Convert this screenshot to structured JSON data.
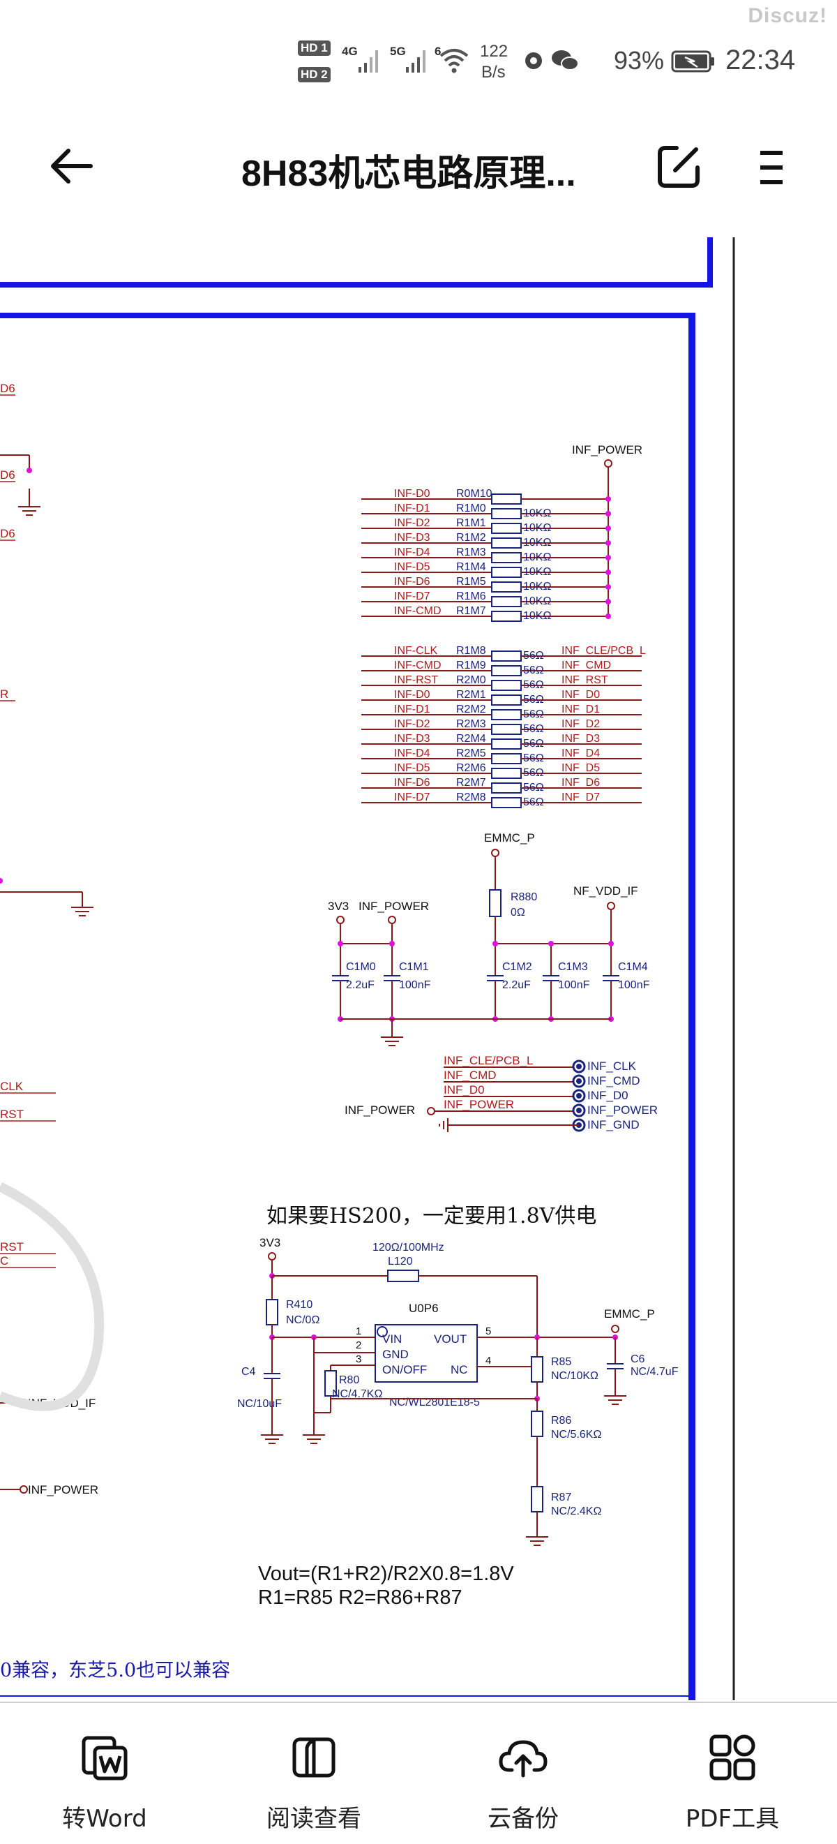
{
  "watermark": "Discuz!",
  "status_bar": {
    "hd1": "HD 1",
    "hd2": "HD 2",
    "net1": "4G",
    "net2": "5G",
    "wifi_label": "6",
    "speed_value": "122",
    "speed_unit": "B/s",
    "battery": "93%",
    "time": "22:34"
  },
  "header": {
    "title": "8H83机芯电路原理..."
  },
  "schematic": {
    "inf_power_top": "INF_POWER",
    "pull_rows": [
      {
        "net": "INF-D0",
        "ref": "R0M10",
        "val": ""
      },
      {
        "net": "INF-D1",
        "ref": "R1M0",
        "val": "10KΩ"
      },
      {
        "net": "INF-D2",
        "ref": "R1M1",
        "val": "10KΩ"
      },
      {
        "net": "INF-D3",
        "ref": "R1M2",
        "val": "10KΩ"
      },
      {
        "net": "INF-D4",
        "ref": "R1M3",
        "val": "10KΩ"
      },
      {
        "net": "INF-D5",
        "ref": "R1M4",
        "val": "10KΩ"
      },
      {
        "net": "INF-D6",
        "ref": "R1M5",
        "val": "10KΩ"
      },
      {
        "net": "INF-D7",
        "ref": "R1M6",
        "val": "10KΩ"
      },
      {
        "net": "INF-CMD",
        "ref": "R1M7",
        "val": "10KΩ"
      }
    ],
    "series_rows": [
      {
        "net": "INF-CLK",
        "ref": "R1M8",
        "val": "56Ω",
        "out": "INF_CLE/PCB_L"
      },
      {
        "net": "INF-CMD",
        "ref": "R1M9",
        "val": "56Ω",
        "out": "INF_CMD"
      },
      {
        "net": "INF-RST",
        "ref": "R2M0",
        "val": "56Ω",
        "out": "INF_RST"
      },
      {
        "net": "INF-D0",
        "ref": "R2M1",
        "val": "56Ω",
        "out": "INF_D0"
      },
      {
        "net": "INF-D1",
        "ref": "R2M2",
        "val": "56Ω",
        "out": "INF_D1"
      },
      {
        "net": "INF-D2",
        "ref": "R2M3",
        "val": "56Ω",
        "out": "INF_D2"
      },
      {
        "net": "INF-D3",
        "ref": "R2M4",
        "val": "56Ω",
        "out": "INF_D3"
      },
      {
        "net": "INF-D4",
        "ref": "R2M5",
        "val": "56Ω",
        "out": "INF_D4"
      },
      {
        "net": "INF-D5",
        "ref": "R2M6",
        "val": "56Ω",
        "out": "INF_D5"
      },
      {
        "net": "INF-D6",
        "ref": "R2M7",
        "val": "56Ω",
        "out": "INF_D6"
      },
      {
        "net": "INF-D7",
        "ref": "R2M8",
        "val": "56Ω",
        "out": "INF_D7"
      }
    ],
    "emmc_p": "EMMC_P",
    "r880": "R880",
    "r880_val": "0Ω",
    "nf_vdd_if": "NF_VDD_IF",
    "v3v3": "3V3",
    "inf_power": "INF_POWER",
    "caps": [
      {
        "ref": "C1M0",
        "val": "2.2uF"
      },
      {
        "ref": "C1M1",
        "val": "100nF"
      },
      {
        "ref": "C1M2",
        "val": "2.2uF"
      },
      {
        "ref": "C1M3",
        "val": "100nF"
      },
      {
        "ref": "C1M4",
        "val": "100nF"
      }
    ],
    "conn_left": [
      "INF_CLE/PCB_L",
      "INF_CMD",
      "INF_D0",
      "INF_POWER"
    ],
    "conn_right": [
      "INF_CLK",
      "INF_CMD",
      "INF_D0",
      "INF_POWER",
      "INF_GND"
    ],
    "conn_power_label": "INF_POWER",
    "note_hs200": "如果要HS200，一定要用1.8V供电",
    "reg": {
      "v3v3": "3V3",
      "l120_val": "120Ω/100MHz",
      "l120": "L120",
      "u0p6": "U0P6",
      "r410": "R410",
      "r410_val": "NC/0Ω",
      "emmc_p": "EMMC_P",
      "pin_vin": "VIN",
      "pin_gnd": "GND",
      "pin_onoff": "ON/OFF",
      "pin_vout": "VOUT",
      "pin_nc": "NC",
      "pin1": "1",
      "pin2": "2",
      "pin3": "3",
      "pin4": "4",
      "pin5": "5",
      "part": "NC/WL2801E18-5",
      "r80": "R80",
      "r80_val": "NC/4.7KΩ",
      "c4": "C4",
      "c4_val": "NC/10uF",
      "r85": "R85",
      "r85_val": "NC/10KΩ",
      "c6": "C6",
      "c6_val": "NC/4.7uF",
      "r86": "R86",
      "r86_val": "NC/5.6KΩ",
      "r87": "R87",
      "r87_val": "NC/2.4KΩ"
    },
    "formula1": "Vout=(R1+R2)/R2X0.8=1.8V",
    "formula2": "R1=R85 R2=R86+R87",
    "bottom_note": "0兼容，东芝5.0也可以兼容",
    "left_labels": [
      "D6",
      "D6",
      "D6",
      "R",
      "CLK",
      "RST",
      "RST",
      "C",
      "INF_VDD_IF",
      "INF_POWER"
    ]
  },
  "toolbar": {
    "items": [
      {
        "label": "转Word",
        "icon": "word-convert-icon"
      },
      {
        "label": "阅读查看",
        "icon": "book-read-icon"
      },
      {
        "label": "云备份",
        "icon": "cloud-upload-icon"
      },
      {
        "label": "PDF工具",
        "icon": "grid-tools-icon"
      }
    ]
  },
  "colors": {
    "frame_blue": "#1414e6",
    "net_red": "#b21a1a",
    "wire": "#8a1a1a",
    "part_blue": "#1a237e",
    "node_magenta": "#e010e0"
  }
}
